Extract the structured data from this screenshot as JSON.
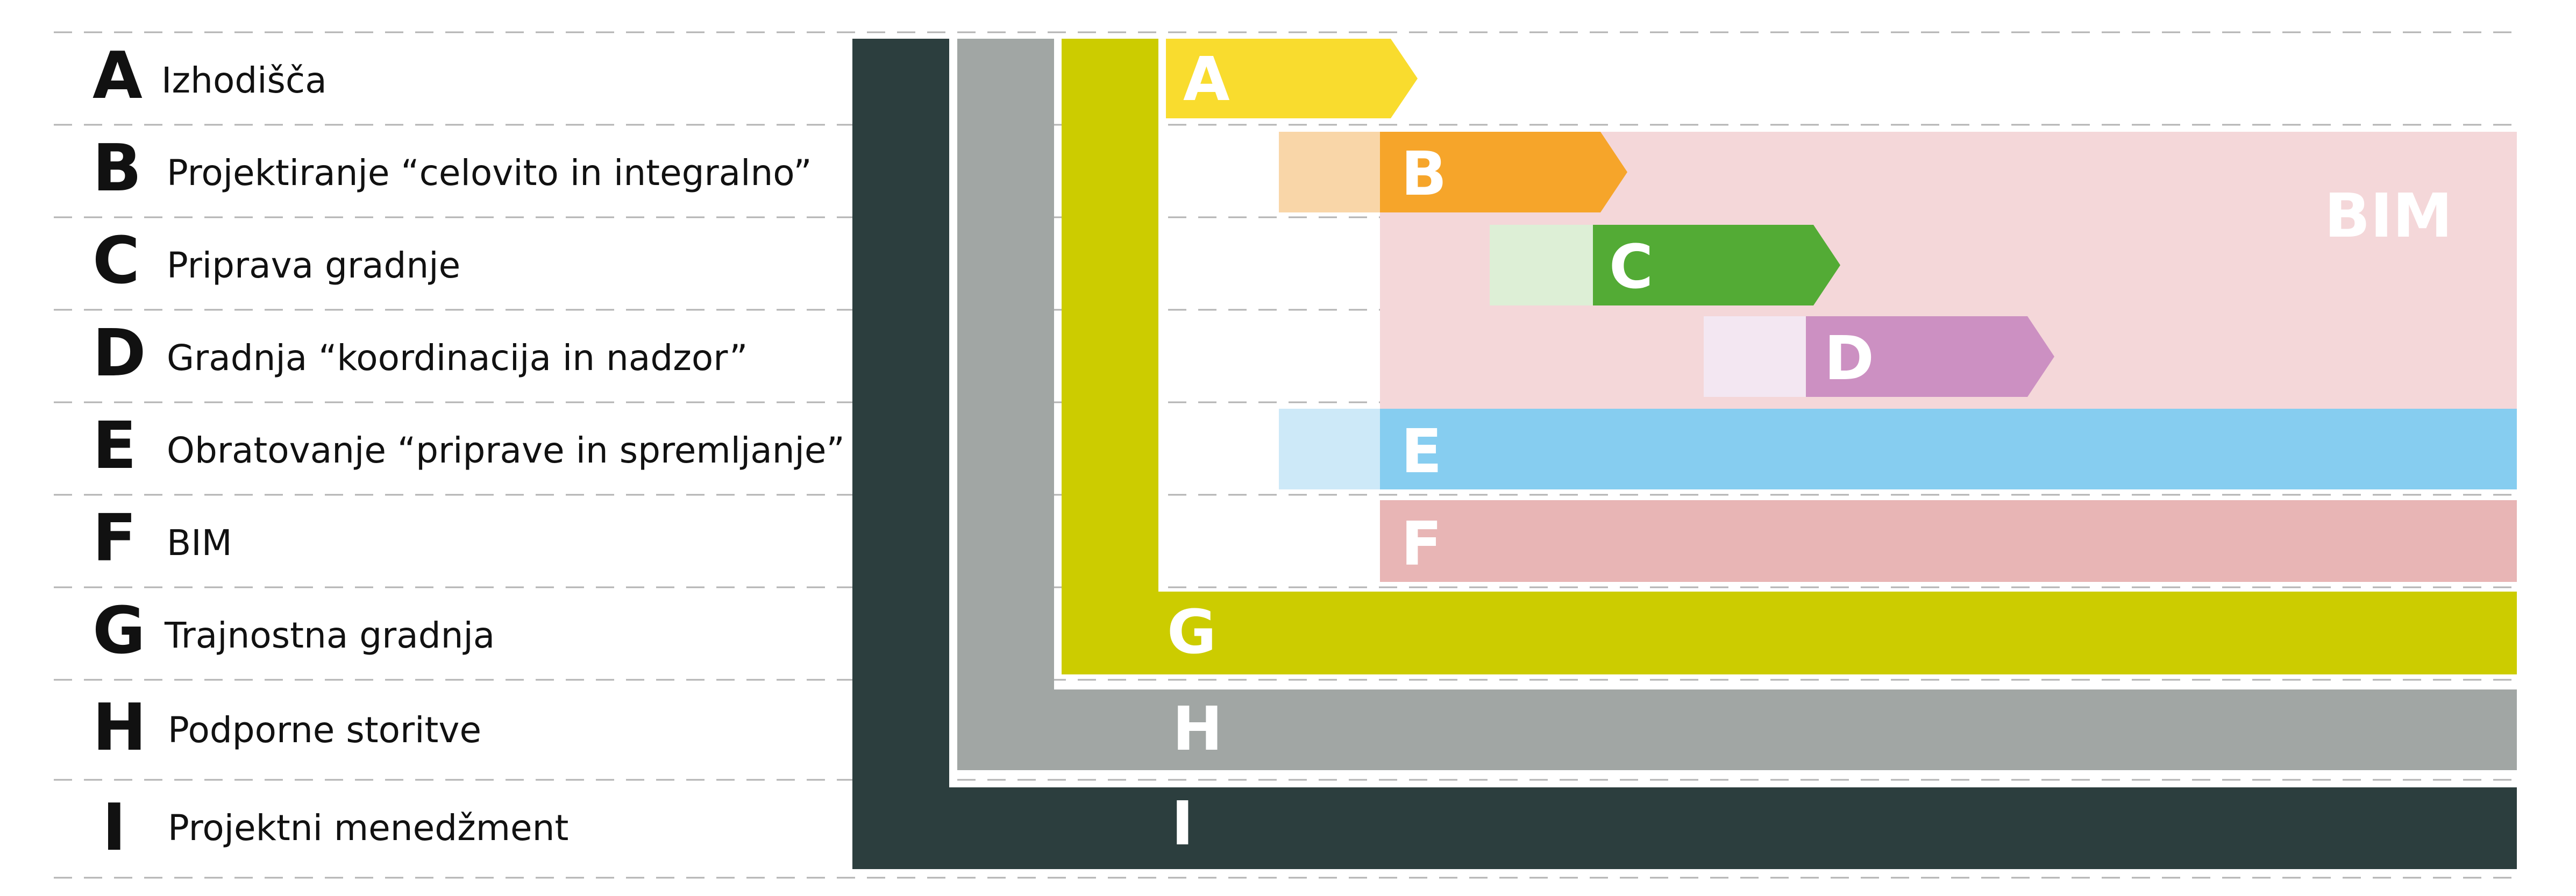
{
  "rows": [
    {
      "letter": "A",
      "label": "Izhodišča"
    },
    {
      "letter": "B",
      "label": "Projektiranje “celovito in integralno”"
    },
    {
      "letter": "C",
      "label": "Priprava gradnje"
    },
    {
      "letter": "D",
      "label": "Gradnja “koordinacija in nadzor”"
    },
    {
      "letter": "E",
      "label": "Obratovanje “priprave in spremljanje”"
    },
    {
      "letter": "F",
      "label": "BIM"
    },
    {
      "letter": "G",
      "label": "Trajnostna gradnja"
    },
    {
      "letter": "H",
      "label": "Podporne storitve"
    },
    {
      "letter": "I",
      "label": "Projektni menedžment"
    }
  ],
  "bim_area_label": "BIM",
  "colors": {
    "A": "#f9dc2e",
    "B": "#f6a52a",
    "B_light": "#f9d6a8",
    "C": "#53ab35",
    "C_light": "#ddefd6",
    "D": "#cc90c2",
    "D_light": "#f3e7f2",
    "E": "#86cdf0",
    "E_light": "#cde9f8",
    "F": "#e8b5b5",
    "G": "#cccc00",
    "H": "#a1a6a4",
    "I": "#2c3e3e",
    "bim_area": "#f4d7d9",
    "grid_dash": "#b3b3b3"
  }
}
